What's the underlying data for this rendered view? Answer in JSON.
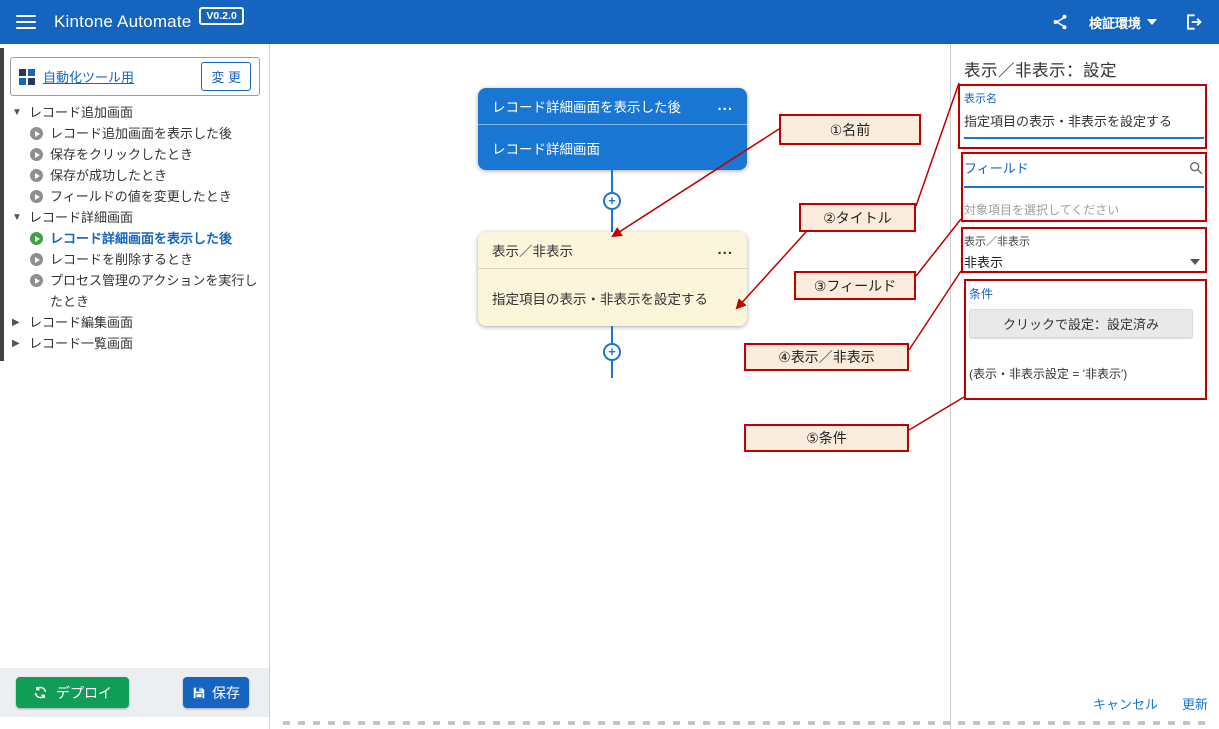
{
  "topbar": {
    "title": "Kintone Automate",
    "version": "V0.2.0",
    "environment": "検証環境"
  },
  "colors": {
    "topbar_blue": "#1565C0",
    "node_blue": "#1976D2",
    "node_yellow": "#FBF5DC",
    "annotation_red": "#C00000",
    "annotation_fill": "#FAECDC",
    "deploy_green": "#0F9D58",
    "selected_event_green": "#43A047"
  },
  "sidebar": {
    "app_name": "自動化ツール用",
    "change_button": "変 更",
    "tree": [
      {
        "label": "レコード追加画面",
        "kind": "group",
        "state": "expanded"
      },
      {
        "label": "レコード追加画面を表示した後",
        "kind": "event"
      },
      {
        "label": "保存をクリックしたとき",
        "kind": "event"
      },
      {
        "label": "保存が成功したとき",
        "kind": "event"
      },
      {
        "label": "フィールドの値を変更したとき",
        "kind": "event"
      },
      {
        "label": "レコード詳細画面",
        "kind": "group",
        "state": "expanded"
      },
      {
        "label": "レコード詳細画面を表示した後",
        "kind": "event",
        "selected": true
      },
      {
        "label": "レコードを削除するとき",
        "kind": "event"
      },
      {
        "label": "プロセス管理のアクションを実行したとき",
        "kind": "event"
      },
      {
        "label": "レコード編集画面",
        "kind": "group",
        "state": "collapsed"
      },
      {
        "label": "レコード一覧画面",
        "kind": "group",
        "state": "collapsed"
      }
    ],
    "deploy_button": "デプロイ",
    "save_button": "保存"
  },
  "canvas": {
    "trigger_node": {
      "title": "レコード詳細画面を表示した後",
      "subtitle": "レコード詳細画面",
      "menu": "..."
    },
    "action_node": {
      "title": "表示／非表示",
      "subtitle": "指定項目の表示・非表示を設定する",
      "menu": "..."
    }
  },
  "annotations": {
    "callouts": [
      "①名前",
      "②タイトル",
      "③フィールド",
      "④表示／非表示",
      "⑤条件"
    ]
  },
  "panel": {
    "title": "表示／非表示：設定",
    "display_name_label": "表示名",
    "display_name_value": "指定項目の表示・非表示を設定する",
    "field_label": "フィールド",
    "field_placeholder": "対象項目を選択してください",
    "visibility_label": "表示／非表示",
    "visibility_value": "非表示",
    "condition_label": "条件",
    "condition_button": "クリックで設定：設定済み",
    "condition_summary": "(表示・非表示設定 = '非表示')",
    "cancel": "キャンセル",
    "update": "更新"
  }
}
